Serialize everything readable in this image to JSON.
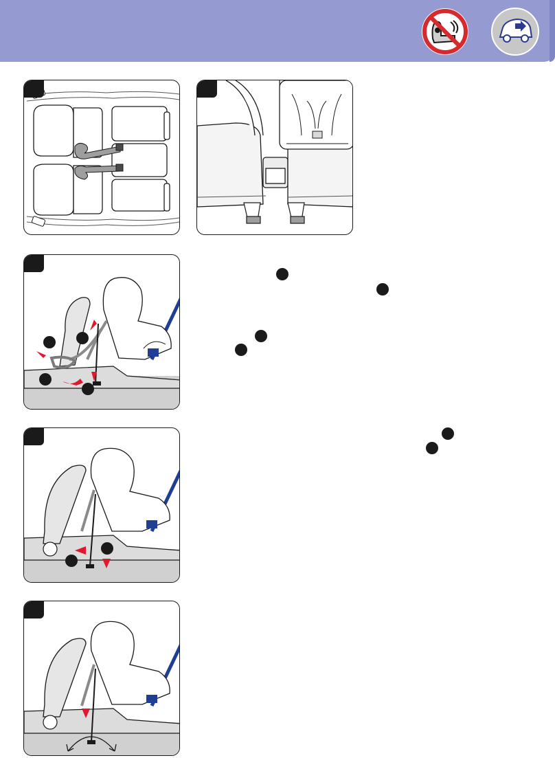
{
  "header": {
    "background": "#959bd1",
    "badges": [
      {
        "name": "no-airbag-badge",
        "icon": "no-child-seat-with-airbag-icon",
        "color": "#d62b2e"
      },
      {
        "name": "vehicle-seat-badge",
        "icon": "car-seat-position-icon",
        "color": "#2b3a8f"
      }
    ]
  },
  "colors": {
    "arrow": "#e0182d",
    "strap": "#1f3f94",
    "seat_fill": "#d9d9d9",
    "outline": "#1a1a1a"
  },
  "figures": [
    {
      "name": "figure-top-view-seats",
      "icon": "vehicle-seats-top-view-icon"
    },
    {
      "name": "figure-isofix-anchors",
      "icon": "isofix-anchor-points-icon"
    },
    {
      "name": "figure-attach-belt",
      "icon": "seat-belt-routing-icon"
    },
    {
      "name": "figure-pull-support-leg",
      "icon": "support-leg-adjust-icon"
    },
    {
      "name": "figure-support-leg-ground",
      "icon": "support-leg-floor-contact-icon"
    }
  ]
}
